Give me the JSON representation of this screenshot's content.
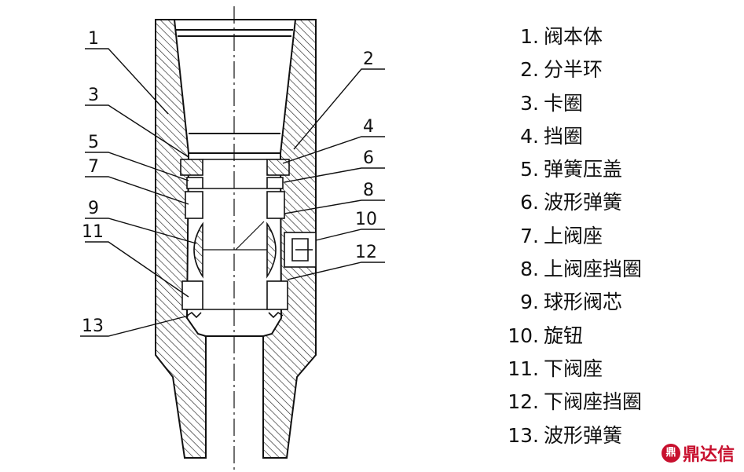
{
  "callouts": [
    {
      "id": "1"
    },
    {
      "id": "2"
    },
    {
      "id": "3"
    },
    {
      "id": "4"
    },
    {
      "id": "5"
    },
    {
      "id": "6"
    },
    {
      "id": "7"
    },
    {
      "id": "8"
    },
    {
      "id": "9"
    },
    {
      "id": "10"
    },
    {
      "id": "11"
    },
    {
      "id": "12"
    },
    {
      "id": "13"
    }
  ],
  "legend": [
    {
      "num": "1.",
      "label": "阀本体"
    },
    {
      "num": "2.",
      "label": "分半环"
    },
    {
      "num": "3.",
      "label": "卡圈"
    },
    {
      "num": "4.",
      "label": "挡圈"
    },
    {
      "num": "5.",
      "label": "弹簧压盖"
    },
    {
      "num": "6.",
      "label": "波形弹簧"
    },
    {
      "num": "7.",
      "label": "上阀座"
    },
    {
      "num": "8.",
      "label": "上阀座挡圈"
    },
    {
      "num": "9.",
      "label": "球形阀芯"
    },
    {
      "num": "10.",
      "label": "旋钮"
    },
    {
      "num": "11.",
      "label": "下阀座"
    },
    {
      "num": "12.",
      "label": "下阀座挡圈"
    },
    {
      "num": "13.",
      "label": "波形弹簧"
    }
  ],
  "watermark": {
    "logo": "鼎",
    "text": "鼎达信"
  },
  "colors": {
    "line": "#111111",
    "hatch": "#222222",
    "watermark": "#c8102e"
  }
}
